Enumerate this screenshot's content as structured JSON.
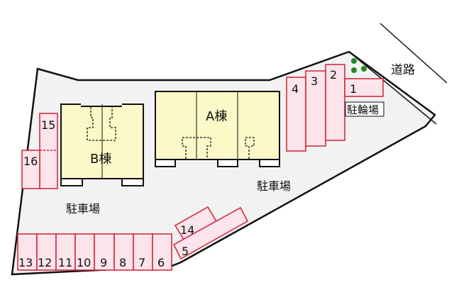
{
  "map": {
    "road_label": "道路",
    "parking_label_left": "駐車場",
    "parking_label_right": "駐車場",
    "bicycle_parking_label": "駐輪場",
    "building_a_label": "A棟",
    "building_b_label": "B棟",
    "colors": {
      "lot_fill": "#f2f2f2",
      "building_fill": "#fdf8c8",
      "space_fill": "#fce4ec",
      "space_stroke": "#cc2233",
      "tree": "#228822",
      "outline": "#111111"
    },
    "spaces": {
      "s1": "1",
      "s2": "2",
      "s3": "3",
      "s4": "4",
      "s5": "5",
      "s6": "6",
      "s7": "7",
      "s8": "8",
      "s9": "9",
      "s10": "10",
      "s11": "11",
      "s12": "12",
      "s13": "13",
      "s14": "14",
      "s15": "15",
      "s16": "16"
    }
  }
}
